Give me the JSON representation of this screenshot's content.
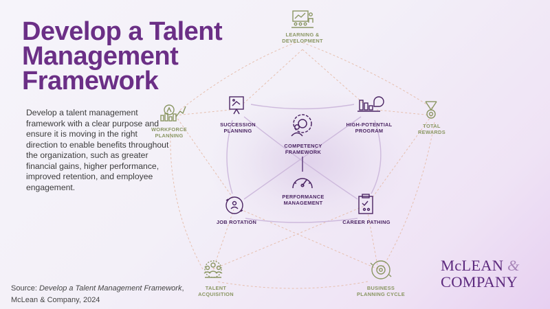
{
  "title": {
    "line1": "Develop a Talent",
    "line2": "Management",
    "line3": "Framework"
  },
  "description": "Develop a talent management framework with a clear purpose and ensure it is moving in the right direction to enable benefits throughout the organization, such as greater financial gains, higher performance, improved retention, and employee engagement.",
  "source": {
    "prefix": "Source: ",
    "title": "Develop a Talent Management Framework",
    "suffix": ",",
    "line2": "McLean & Company, 2024"
  },
  "logo": {
    "line1_a": "McLEAN ",
    "amp": "&",
    "line2": "COMPANY"
  },
  "colors": {
    "title": "#6b2f86",
    "outer": "#8a9662",
    "inner": "#4b2563",
    "connector": "#c9b5d8",
    "dashed": "#e3b9a6"
  },
  "outer_nodes": [
    {
      "label1": "LEARNING &",
      "label2": "DEVELOPMENT",
      "icon": "presentation-icon"
    },
    {
      "label1": "TOTAL",
      "label2": "REWARDS",
      "icon": "medal-icon"
    },
    {
      "label1": "BUSINESS",
      "label2": "PLANNING CYCLE",
      "icon": "cycle-gear-icon"
    },
    {
      "label1": "TALENT",
      "label2": "ACQUISITION",
      "icon": "team-icon"
    },
    {
      "label1": "WORKFORCE",
      "label2": "PLANNING",
      "icon": "growth-people-icon"
    }
  ],
  "inner_nodes": [
    {
      "label1": "SUCCESSION",
      "label2": "PLANNING",
      "icon": "strategy-board-icon"
    },
    {
      "label1": "HIGH-POTENTIAL",
      "label2": "PROGRAM",
      "icon": "chart-icon"
    },
    {
      "label1": "CAREER PATHING",
      "label2": "",
      "icon": "clipboard-icon"
    },
    {
      "label1": "JOB ROTATION",
      "label2": "",
      "icon": "rotation-person-icon"
    }
  ],
  "center_nodes": [
    {
      "label1": "COMPETENCY",
      "label2": "FRAMEWORK",
      "icon": "person-gear-icon"
    },
    {
      "label1": "PERFORMANCE",
      "label2": "MANAGEMENT",
      "icon": "gauge-icon"
    }
  ]
}
